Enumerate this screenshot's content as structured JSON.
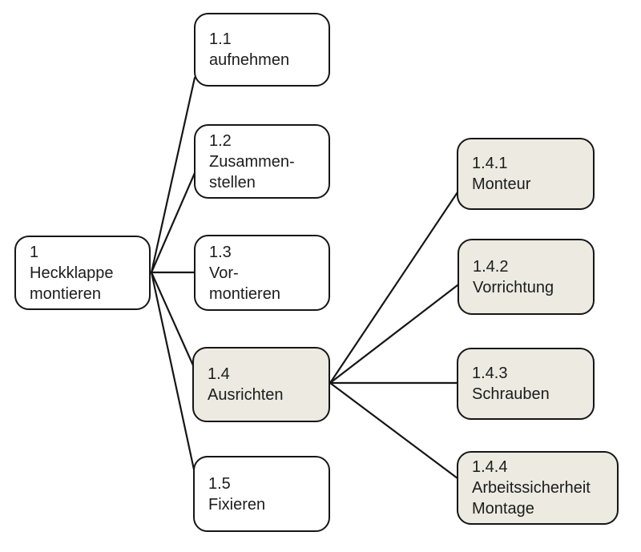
{
  "diagram": {
    "type": "tree",
    "colors": {
      "background": "#ffffff",
      "node_fill": "#ffffff",
      "node_fill_shaded": "#eceae1",
      "node_border": "#161616",
      "connector": "#161616",
      "text": "#1c1c1c"
    },
    "nodes": {
      "n1": {
        "number": "1",
        "text": "Heckklappe\nmontieren"
      },
      "n1_1": {
        "number": "1.1",
        "text": "aufnehmen"
      },
      "n1_2": {
        "number": "1.2",
        "text": "Zusammen-\nstellen"
      },
      "n1_3": {
        "number": "1.3",
        "text": "Vor-\nmontieren"
      },
      "n1_4": {
        "number": "1.4",
        "text": "Ausrichten"
      },
      "n1_5": {
        "number": "1.5",
        "text": "Fixieren"
      },
      "n1_4_1": {
        "number": "1.4.1",
        "text": "Monteur"
      },
      "n1_4_2": {
        "number": "1.4.2",
        "text": "Vorrichtung"
      },
      "n1_4_3": {
        "number": "1.4.3",
        "text": "Schrauben"
      },
      "n1_4_4": {
        "number": "1.4.4",
        "text": "Arbeitssicherheit\nMontage"
      }
    },
    "shaded_nodes": [
      "1.4",
      "1.4.1",
      "1.4.2",
      "1.4.3",
      "1.4.4"
    ],
    "edges": [
      [
        "1",
        "1.1"
      ],
      [
        "1",
        "1.2"
      ],
      [
        "1",
        "1.3"
      ],
      [
        "1",
        "1.4"
      ],
      [
        "1",
        "1.5"
      ],
      [
        "1.4",
        "1.4.1"
      ],
      [
        "1.4",
        "1.4.2"
      ],
      [
        "1.4",
        "1.4.3"
      ],
      [
        "1.4",
        "1.4.4"
      ]
    ]
  }
}
